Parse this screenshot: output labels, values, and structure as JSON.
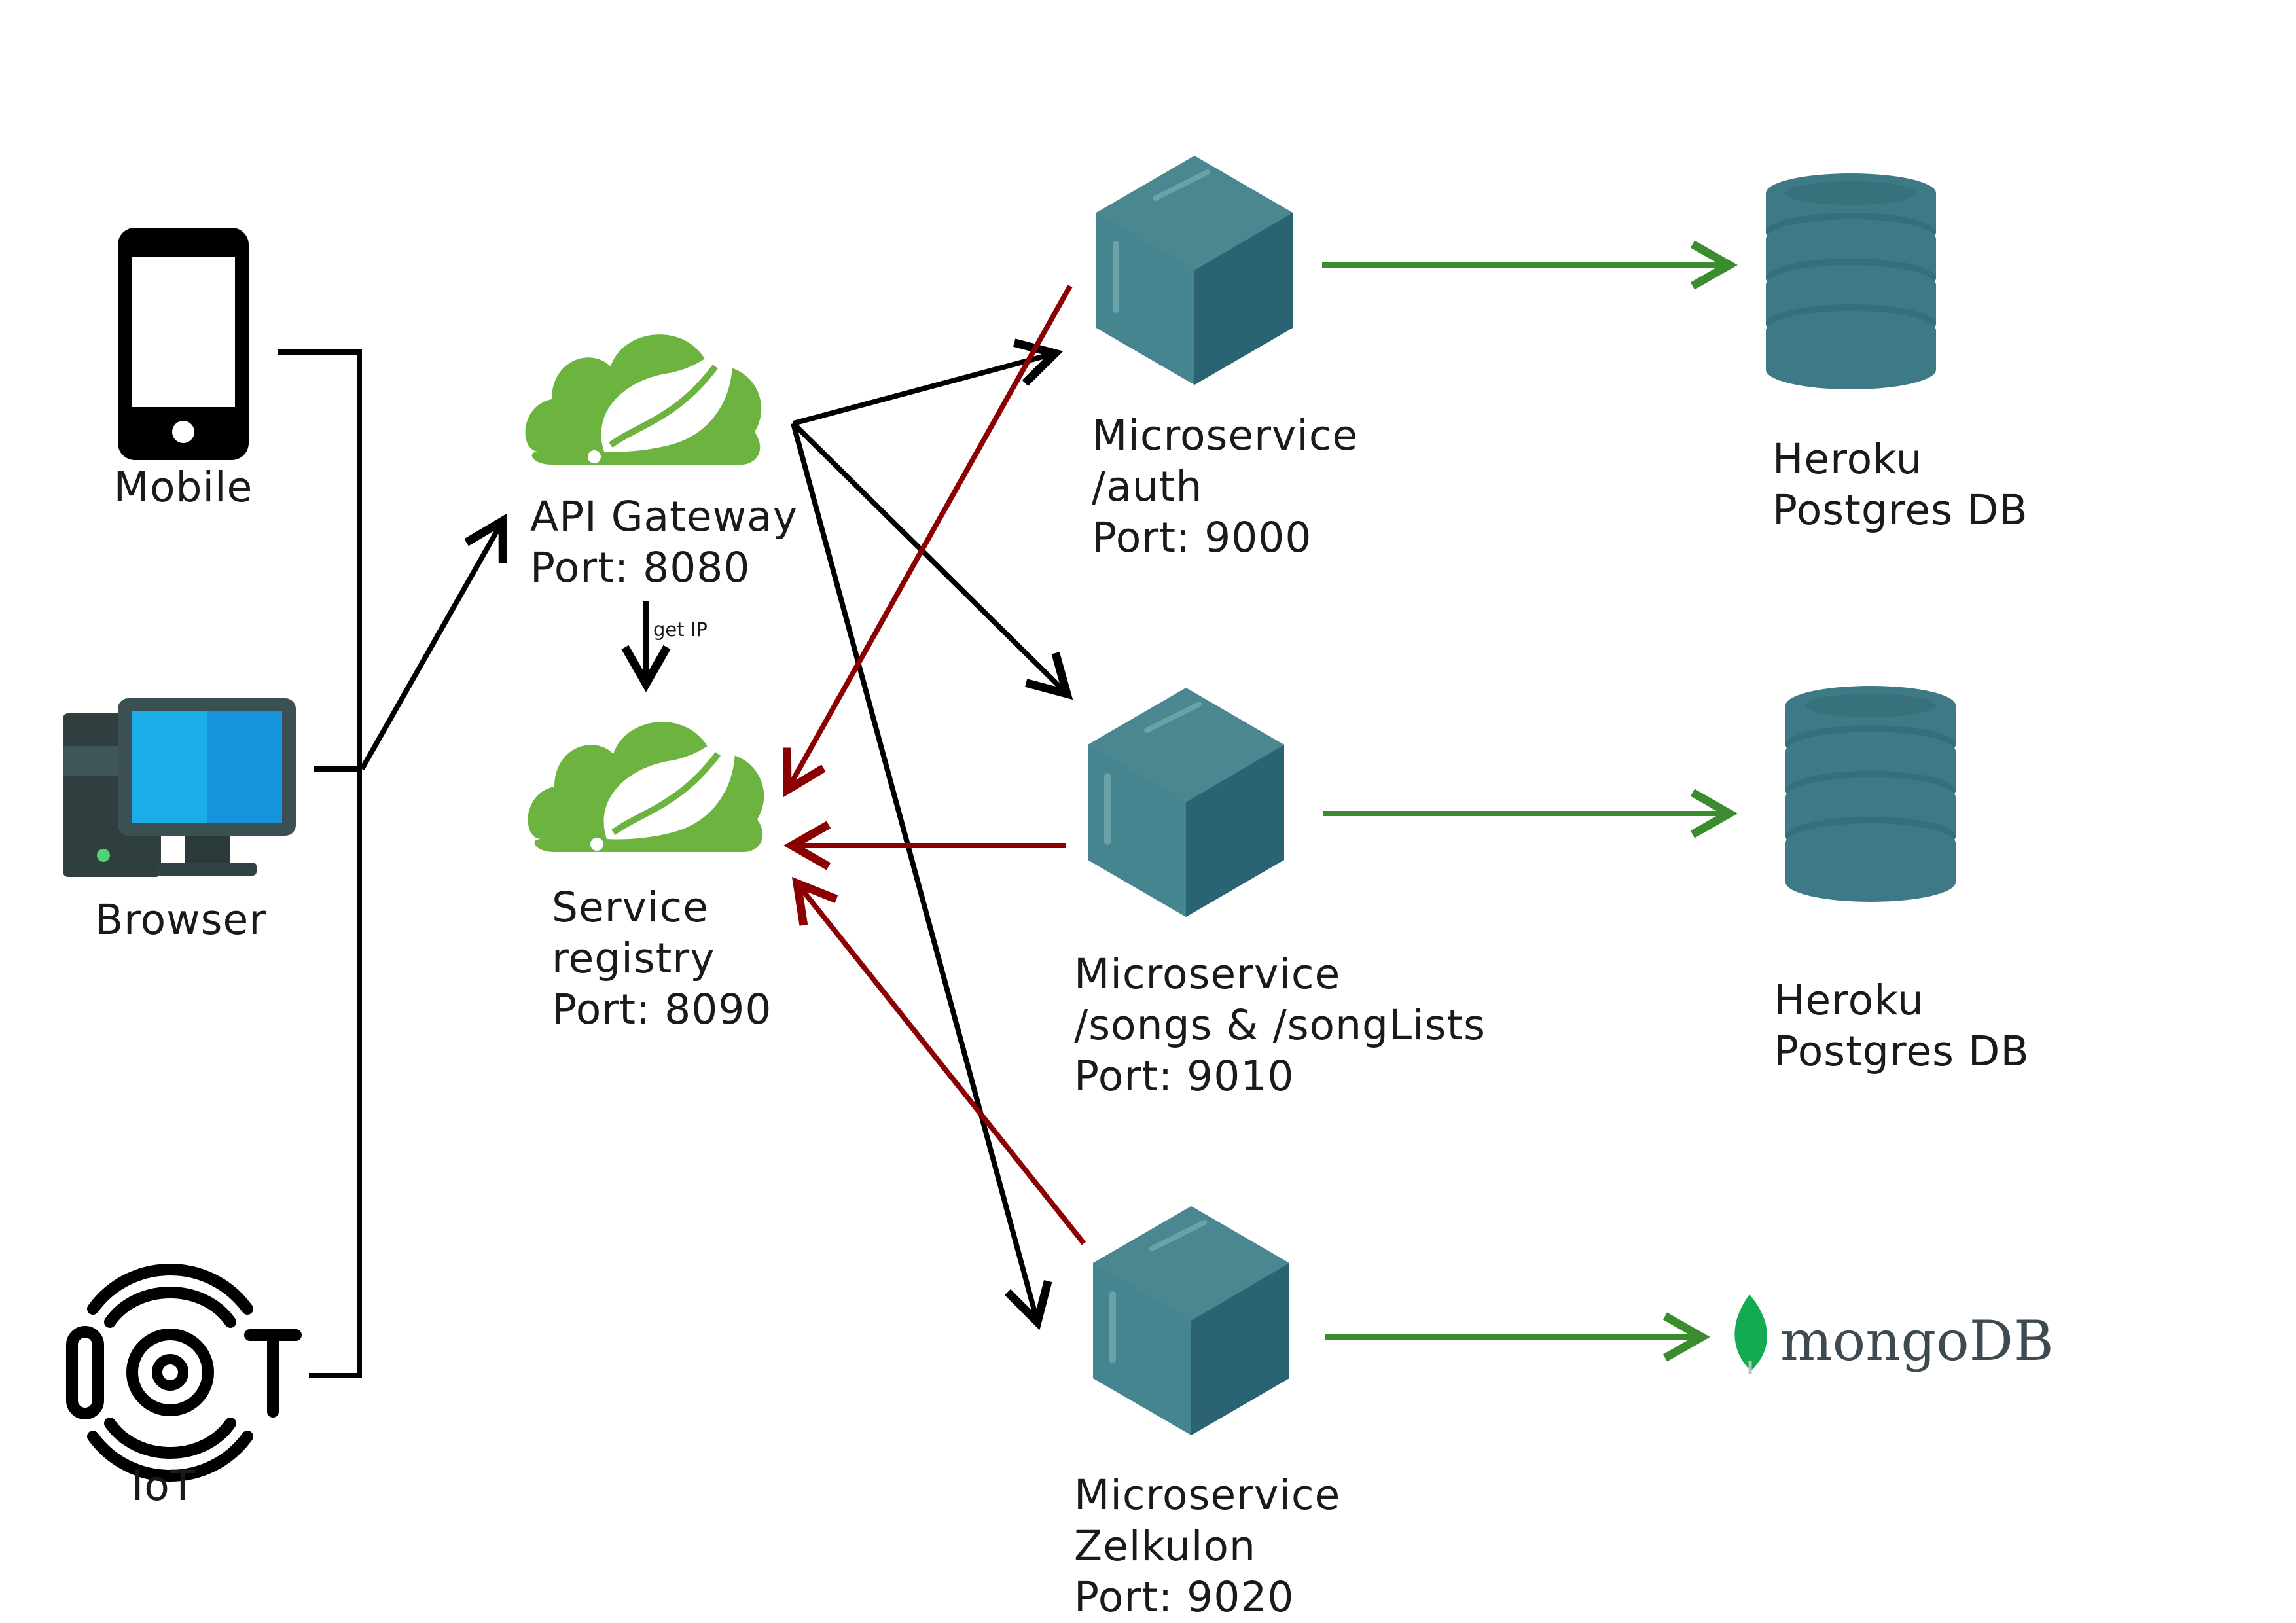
{
  "clients": {
    "mobile": "Mobile",
    "browser": "Browser",
    "iot": "IoT"
  },
  "gateway": {
    "name": "API Gateway",
    "port": "Port: 8080"
  },
  "registry": {
    "line1": "Service",
    "line2": "registry",
    "port": "Port: 8090"
  },
  "get_ip_label": "get IP",
  "services": {
    "auth": {
      "name": "Microservice",
      "path": "/auth",
      "port": "Port: 9000"
    },
    "songs": {
      "name": "Microservice",
      "path": "/songs & /songLists",
      "port": "Port: 9010"
    },
    "zelkulon": {
      "name": "Microservice",
      "path": "Zelkulon",
      "port": "Port: 9020"
    }
  },
  "databases": {
    "db1": {
      "line1": "Heroku",
      "line2": "Postgres DB"
    },
    "db2": {
      "line1": "Heroku",
      "line2": "Postgres DB"
    },
    "mongo": {
      "text": "mongoDB"
    }
  },
  "colors": {
    "cube_light": "#4a8790",
    "cube_dark": "#2a6472",
    "db": "#3d7a85",
    "spring": "#6db33f",
    "request_arrow": "#000000",
    "register_arrow": "#8b0000",
    "db_arrow": "#3a8c2e"
  },
  "icons": [
    "phone-icon",
    "desktop-computer-icon",
    "iot-icon",
    "spring-cloud-icon",
    "microservice-cube-icon",
    "database-icon",
    "mongodb-leaf-icon"
  ]
}
